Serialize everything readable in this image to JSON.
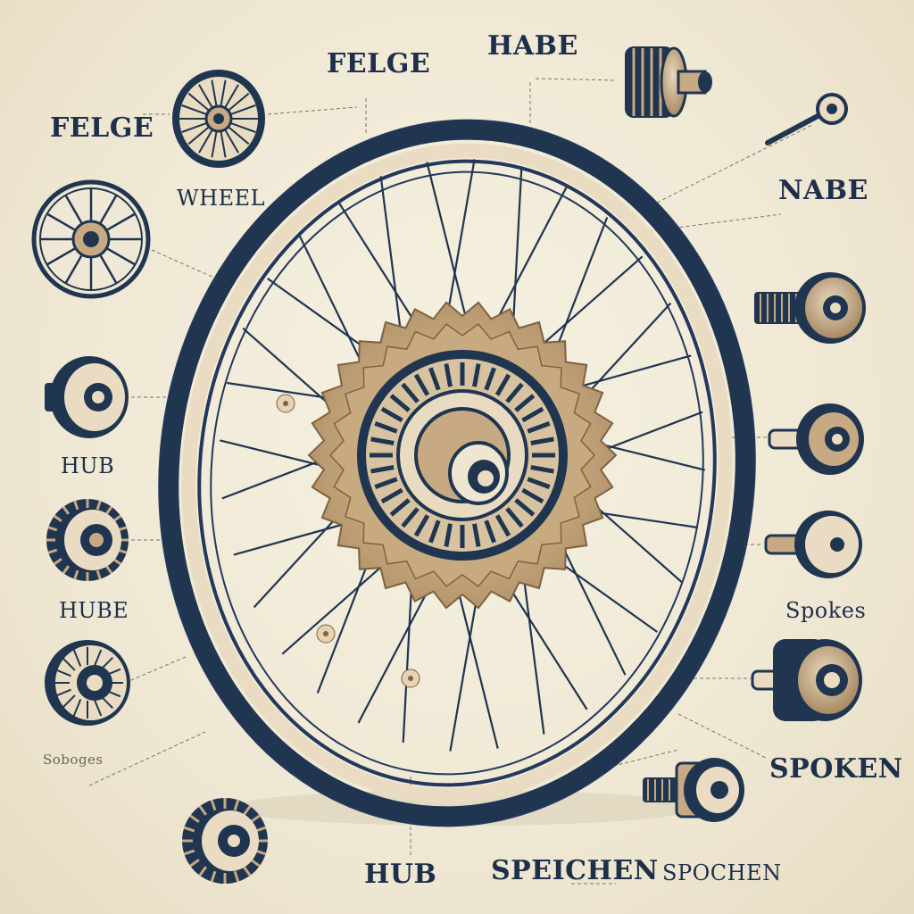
{
  "labels": {
    "felge_top": "FELGE",
    "habe_top": "HABE",
    "felge_left": "FELGE",
    "wheel": "WHEEL",
    "nabe": "NABE",
    "hub_left": "HUB",
    "hube": "HUBE",
    "spokes": "Spokes",
    "sobooges": "Soboges",
    "spoken": "SPOKEN",
    "hub_bottom": "HUB",
    "speichen": "SPEICHEN",
    "spochen": "SPOCHEN"
  },
  "colors": {
    "ink": "#1d2f4a",
    "rim": "#1f3550",
    "tan": "#c9ac85",
    "cream": "#efe6d2",
    "background": "#f2ecdb"
  }
}
